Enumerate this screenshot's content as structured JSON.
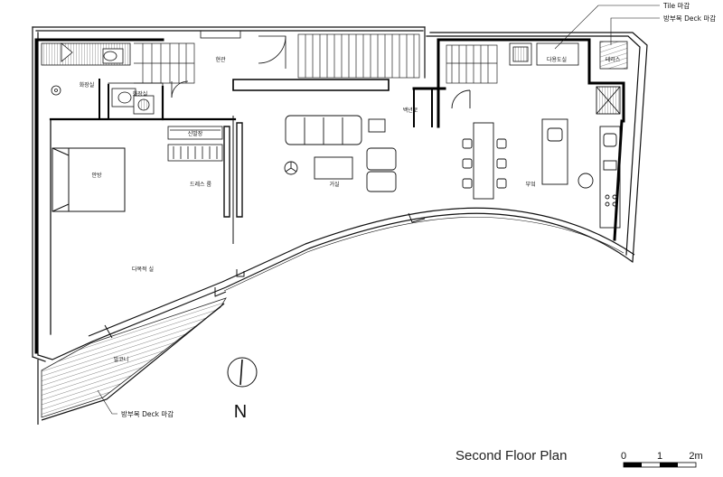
{
  "plan": {
    "title": "Second Floor Plan",
    "rooms": {
      "entrance": "현관",
      "bath1": "화장실",
      "bath2": "화장실",
      "master": "안방",
      "closet": "드레스 룸",
      "storage": "신발장",
      "living": "거실",
      "media": "다목적 실",
      "balcony": "발코니",
      "kitchen": "부엌",
      "utility": "백년로",
      "pantry": "다용도실",
      "terrace": "테라스"
    },
    "callouts": {
      "tile": "Tile 마감",
      "deck_top": "방부목 Deck 마감",
      "deck_bottom": "방부목 Deck 마감"
    },
    "north": "N",
    "scale": {
      "labels": [
        "0",
        "1",
        "2m"
      ]
    }
  }
}
